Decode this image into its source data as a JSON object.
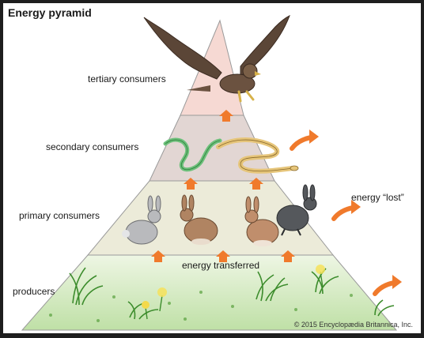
{
  "title": "Energy pyramid",
  "levels": [
    {
      "label": "tertiary consumers",
      "color": "#f6d9d3"
    },
    {
      "label": "secondary consumers",
      "color": "#e2d6d3"
    },
    {
      "label": "primary consumers",
      "color": "#ecebd9"
    },
    {
      "label": "producers",
      "color": "#d5ebc4"
    }
  ],
  "energy_lost_label": "energy “lost”",
  "energy_transferred_label": "energy transferred",
  "copyright": "© 2015 Encyclopædia Britannica, Inc.",
  "colors": {
    "arrow": "#f07a2c",
    "grass": "#3c8c2c",
    "outline": "#9a9a9a"
  },
  "icons": [
    "eagle-icon",
    "snake-icon",
    "rabbit-icon",
    "grass-icon",
    "dandelion-icon",
    "up-arrow-icon",
    "curved-arrow-icon"
  ]
}
